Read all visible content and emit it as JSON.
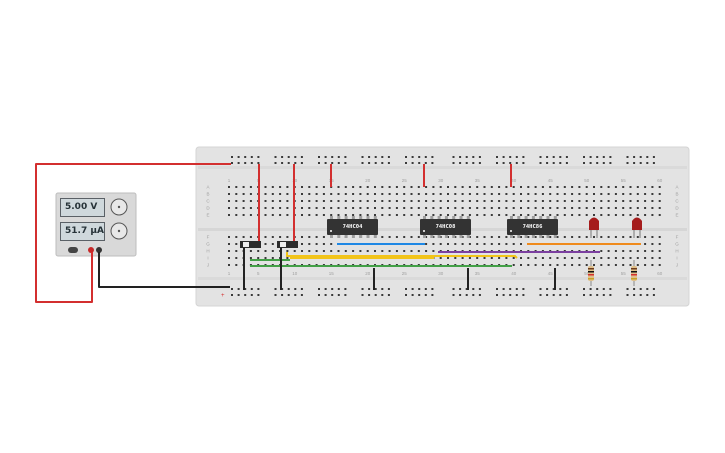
{
  "power_supply": {
    "voltage_display": "5.00 V",
    "current_display": "51.7 µA"
  },
  "chips": [
    {
      "label": "74HC04"
    },
    {
      "label": "74HC08"
    },
    {
      "label": "74HC86"
    }
  ],
  "breadboard": {
    "column_numbers_top": [
      "1",
      "5",
      "10",
      "15",
      "20",
      "25",
      "30",
      "35",
      "40",
      "45",
      "50",
      "55",
      "60"
    ],
    "column_numbers_bottom": [
      "1",
      "5",
      "10",
      "15",
      "20",
      "25",
      "30",
      "35",
      "40",
      "45",
      "50",
      "55",
      "60"
    ],
    "row_letters_upper": [
      "A",
      "B",
      "C",
      "D",
      "E"
    ],
    "row_letters_lower": [
      "F",
      "G",
      "H",
      "I",
      "J"
    ]
  },
  "colors": {
    "wire_red": "#d32f2f",
    "wire_black": "#222222",
    "wire_blue": "#1e88e5",
    "wire_yellow": "#f2c41a",
    "wire_green": "#43a047",
    "wire_orange": "#ef8a1c",
    "wire_purple": "#7b3fa0",
    "led": "#a51c1c",
    "board": "#e3e3e3"
  }
}
